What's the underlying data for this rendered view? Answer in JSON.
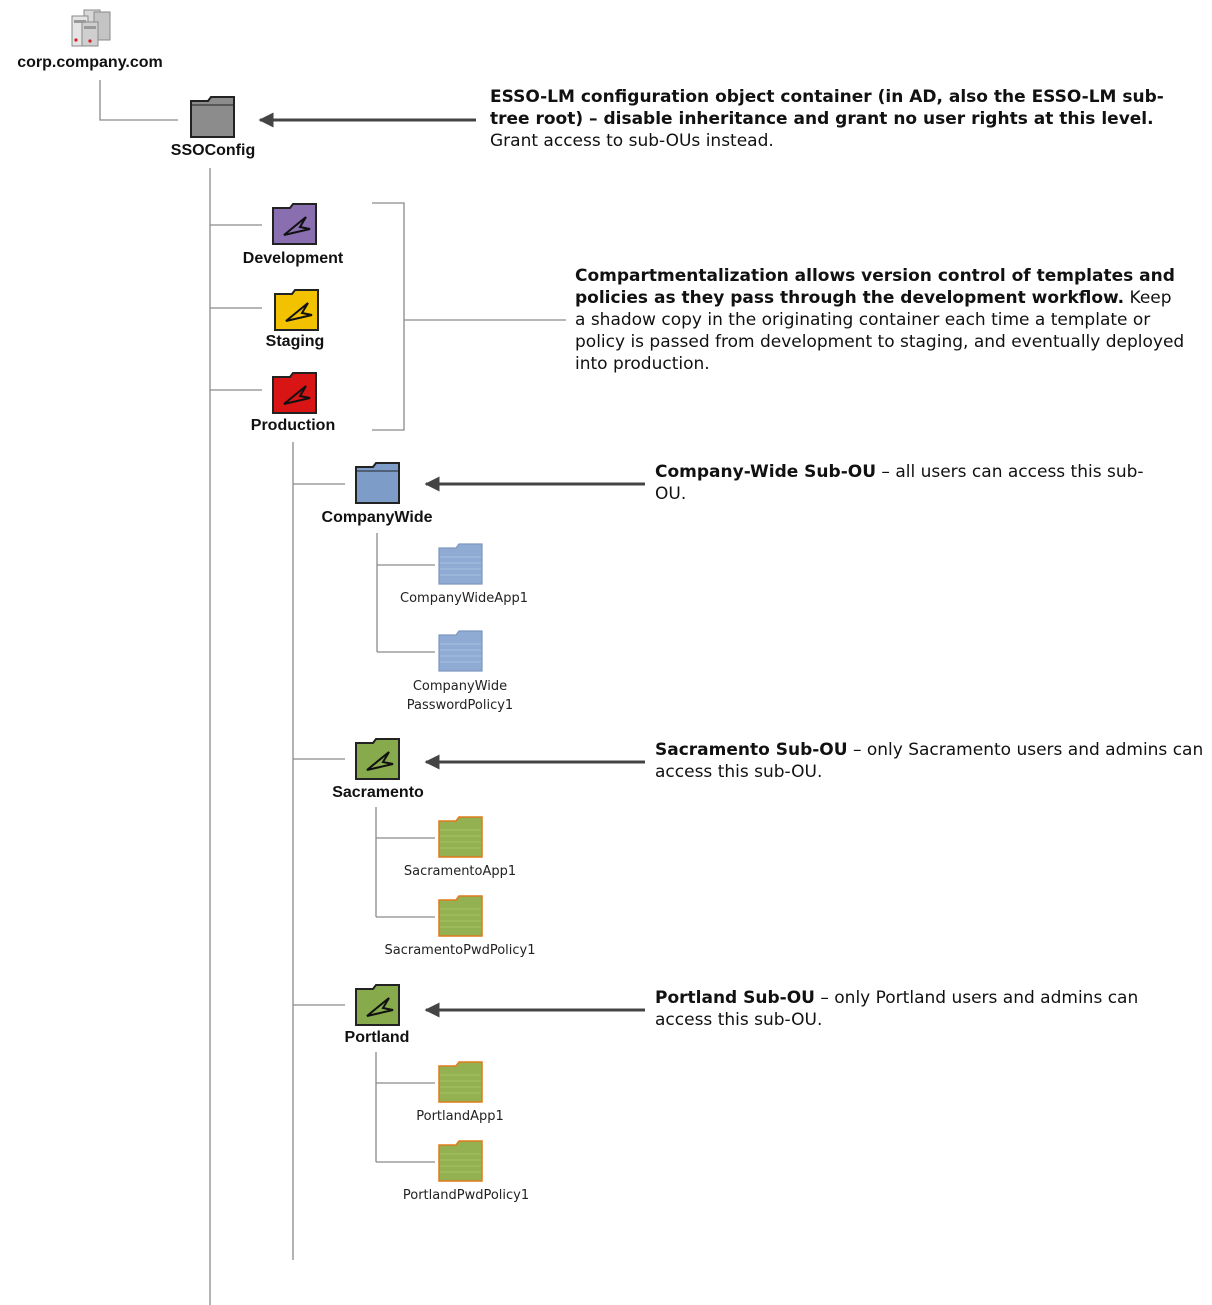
{
  "root": {
    "label": "corp.company.com",
    "icon": "server-icon"
  },
  "ssoconfig": {
    "label": "SSOConfig",
    "icon": "folder-icon",
    "color": "#8c8c8c"
  },
  "stages": [
    {
      "label": "Development",
      "icon": "ou-folder-icon",
      "color": "#8a6fb0"
    },
    {
      "label": "Staging",
      "icon": "ou-folder-icon",
      "color": "#f2c200"
    },
    {
      "label": "Production",
      "icon": "ou-folder-icon",
      "color": "#d81414"
    }
  ],
  "companywide": {
    "label": "CompanyWide",
    "icon": "folder-icon",
    "color": "#7d9dc8",
    "children": [
      {
        "label": "CompanyWideApp1"
      },
      {
        "label": "CompanyWide\nPasswordPolicy1"
      }
    ]
  },
  "sacramento": {
    "label": "Sacramento",
    "icon": "ou-folder-icon",
    "color": "#86aa4c",
    "children": [
      {
        "label": "SacramentoApp1"
      },
      {
        "label": "SacramentoPwdPolicy1"
      }
    ]
  },
  "portland": {
    "label": "Portland",
    "icon": "ou-folder-icon",
    "color": "#86aa4c",
    "children": [
      {
        "label": "PortlandApp1"
      },
      {
        "label": "PortlandPwdPolicy1"
      }
    ]
  },
  "notes": {
    "ssoconfig": {
      "bold": "ESSO-LM configuration object container (in AD, also the ESSO-LM sub-tree root) – disable inheritance and grant no user rights at this level.",
      "normal": " Grant access to sub-OUs instead."
    },
    "compartment": {
      "bold": "Compartmentalization allows version control of templates and policies as they pass through the development workflow.",
      "normal": " Keep a shadow copy in the originating container each time a template or policy is passed from development to staging, and eventually deployed into production."
    },
    "companywide": {
      "bold": "Company-Wide Sub-OU",
      "normal": " – all users can access this sub-OU."
    },
    "sacramento": {
      "bold": "Sacramento Sub-OU",
      "normal": " – only Sacramento users and admins can access this sub-OU."
    },
    "portland": {
      "bold": "Portland Sub-OU",
      "normal": " – only Portland users and admins can access this sub-OU."
    }
  },
  "colors": {
    "line": "#8a8a8a",
    "arrow": "#444444",
    "leaf_blue": "#8fabd4",
    "leaf_green": "#93b150",
    "leaf_green_border": "#e07a1a"
  }
}
